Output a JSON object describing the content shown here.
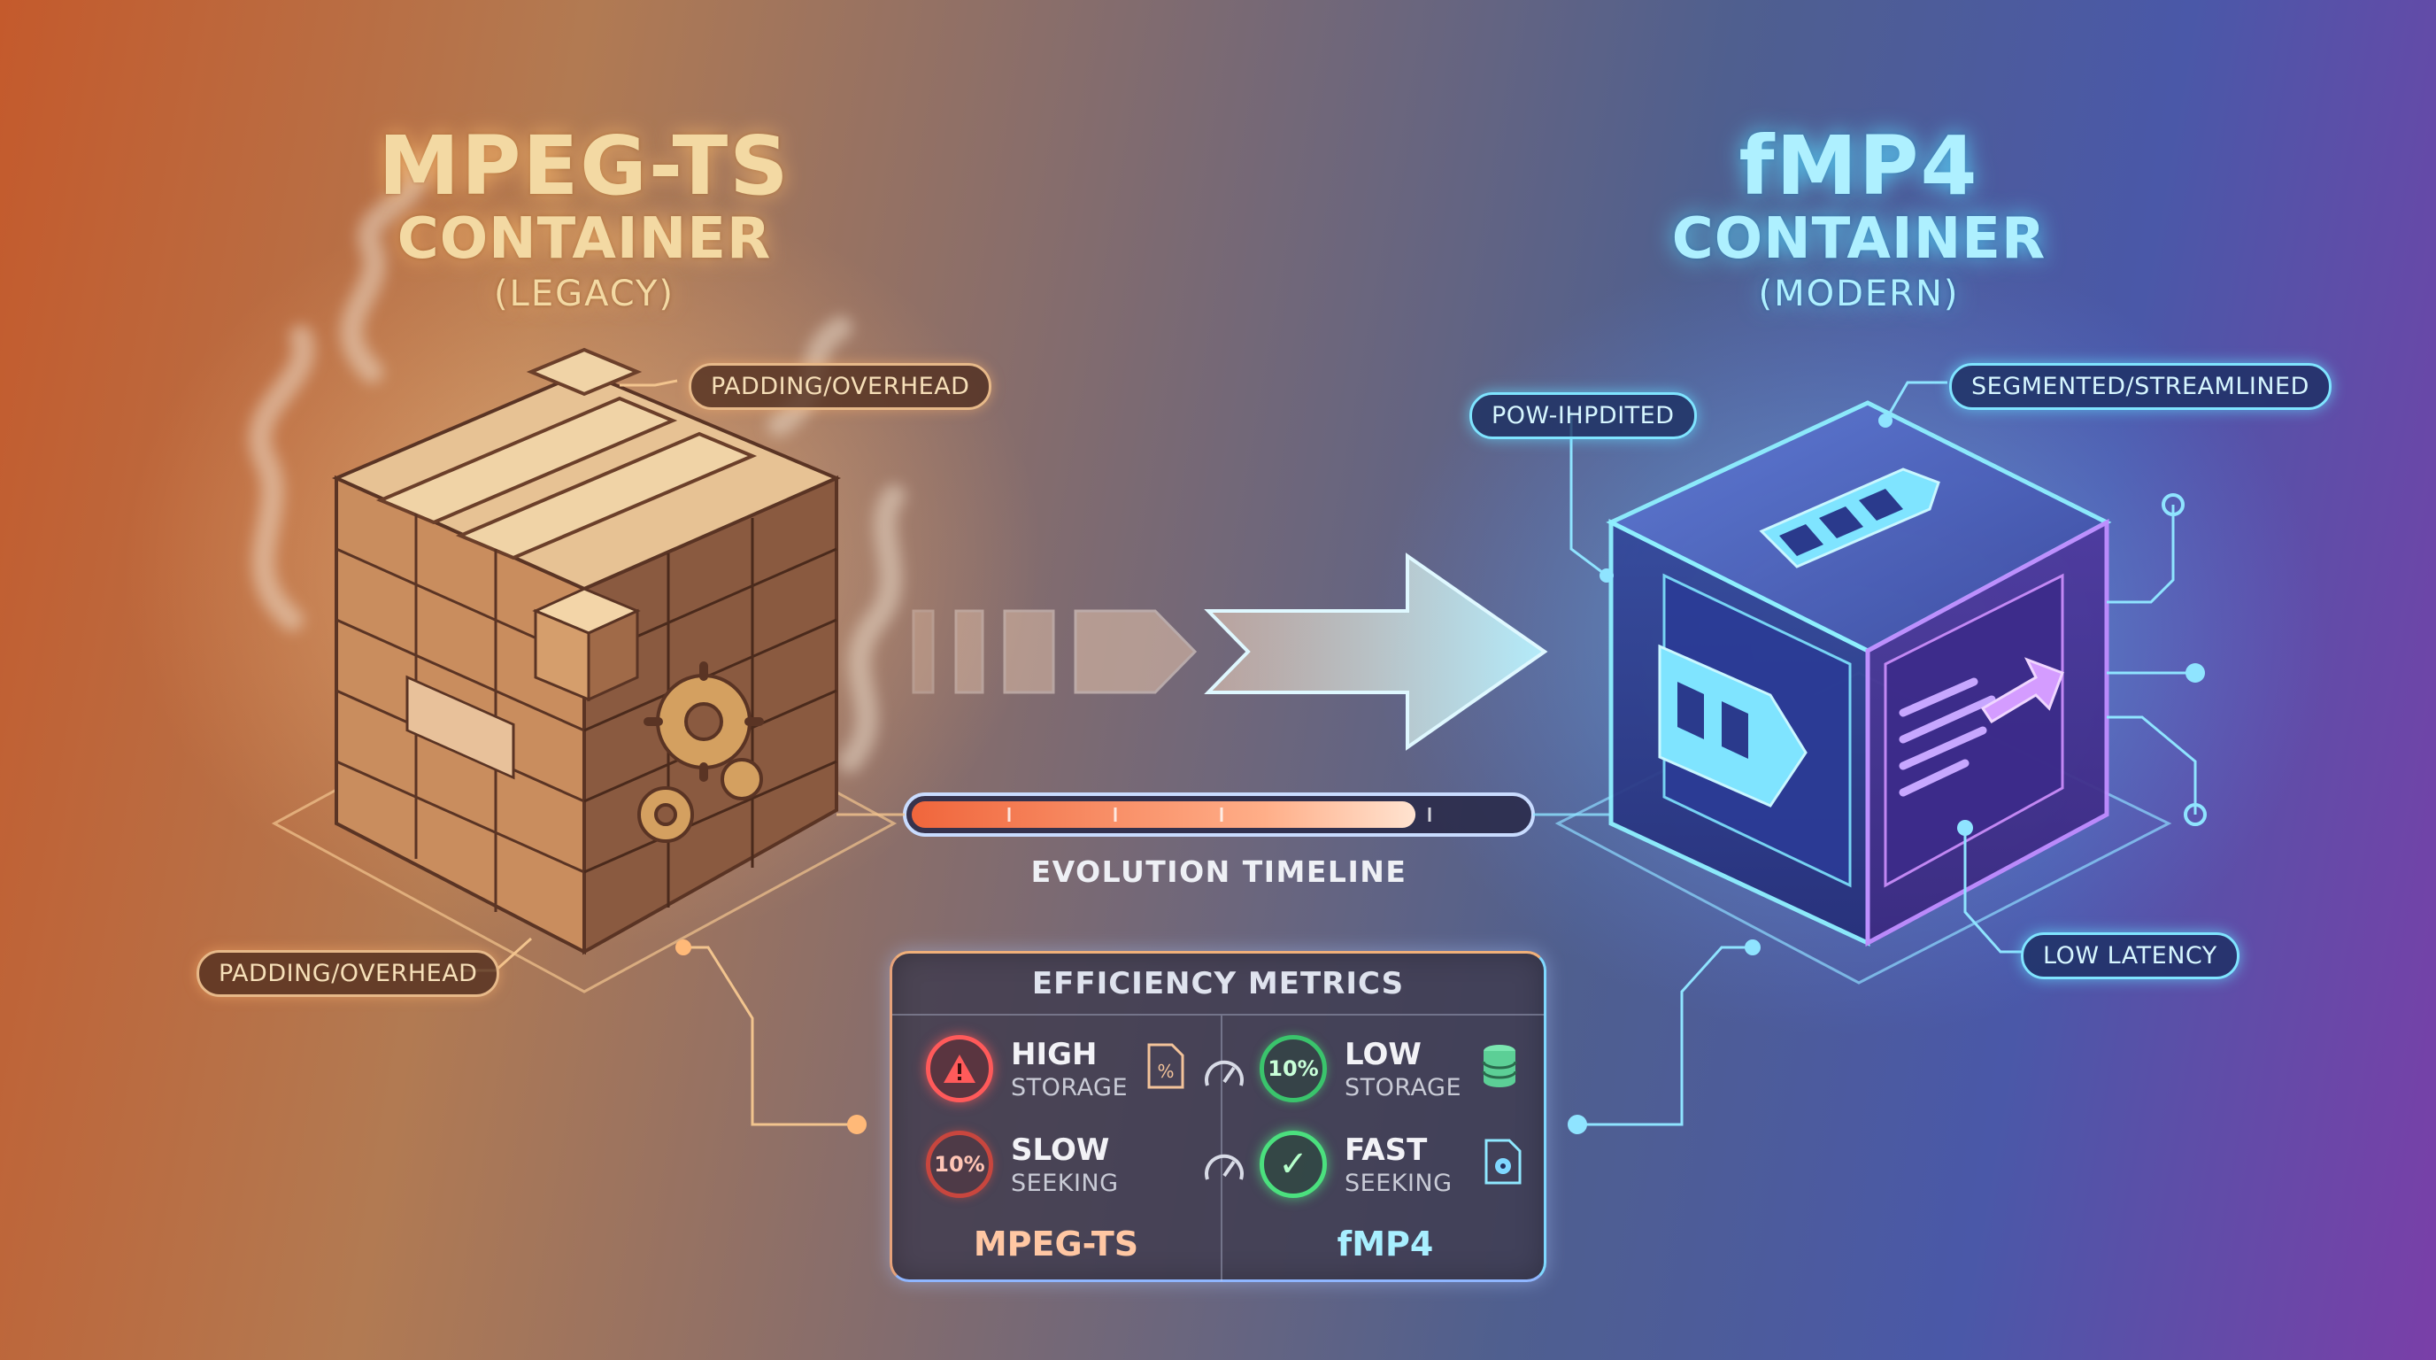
{
  "legacy": {
    "title": "MPEG-TS",
    "subtitle": "CONTAINER",
    "qualifier": "(LEGACY)",
    "tags": [
      "PADDING/OVERHEAD",
      "PADDING/OVERHEAD"
    ]
  },
  "modern": {
    "title": "fMP4",
    "subtitle": "CONTAINER",
    "qualifier": "(MODERN)",
    "tags": [
      "POW-IHPDITED",
      "SEGMENTED/STREAMLINED",
      "LOW LATENCY"
    ]
  },
  "timeline": {
    "label": "EVOLUTION TIMELINE",
    "progress_fraction": 0.82
  },
  "metrics": {
    "title": "EFFICIENCY METRICS",
    "legacy_items": [
      {
        "line1": "HIGH",
        "line2": "STORAGE",
        "badge": "!",
        "icon": "percent-file-icon",
        "gauge": "gauge-icon"
      },
      {
        "line1": "SLOW",
        "line2": "SEEKING",
        "badge": "10%",
        "icon": "gauge-icon"
      }
    ],
    "modern_items": [
      {
        "line1": "LOW",
        "line2": "STORAGE",
        "badge": "10%",
        "icon": "database-icon"
      },
      {
        "line1": "FAST",
        "line2": "SEEKING",
        "badge": "✓",
        "icon": "gear-file-icon"
      }
    ],
    "legacy_label": "MPEG-TS",
    "modern_label": "fMP4"
  },
  "colors": {
    "legacy_accent": "#f3d9a3",
    "modern_accent": "#aef0ff",
    "warning_red": "#ff5a5a",
    "success_green": "#4be07e"
  }
}
